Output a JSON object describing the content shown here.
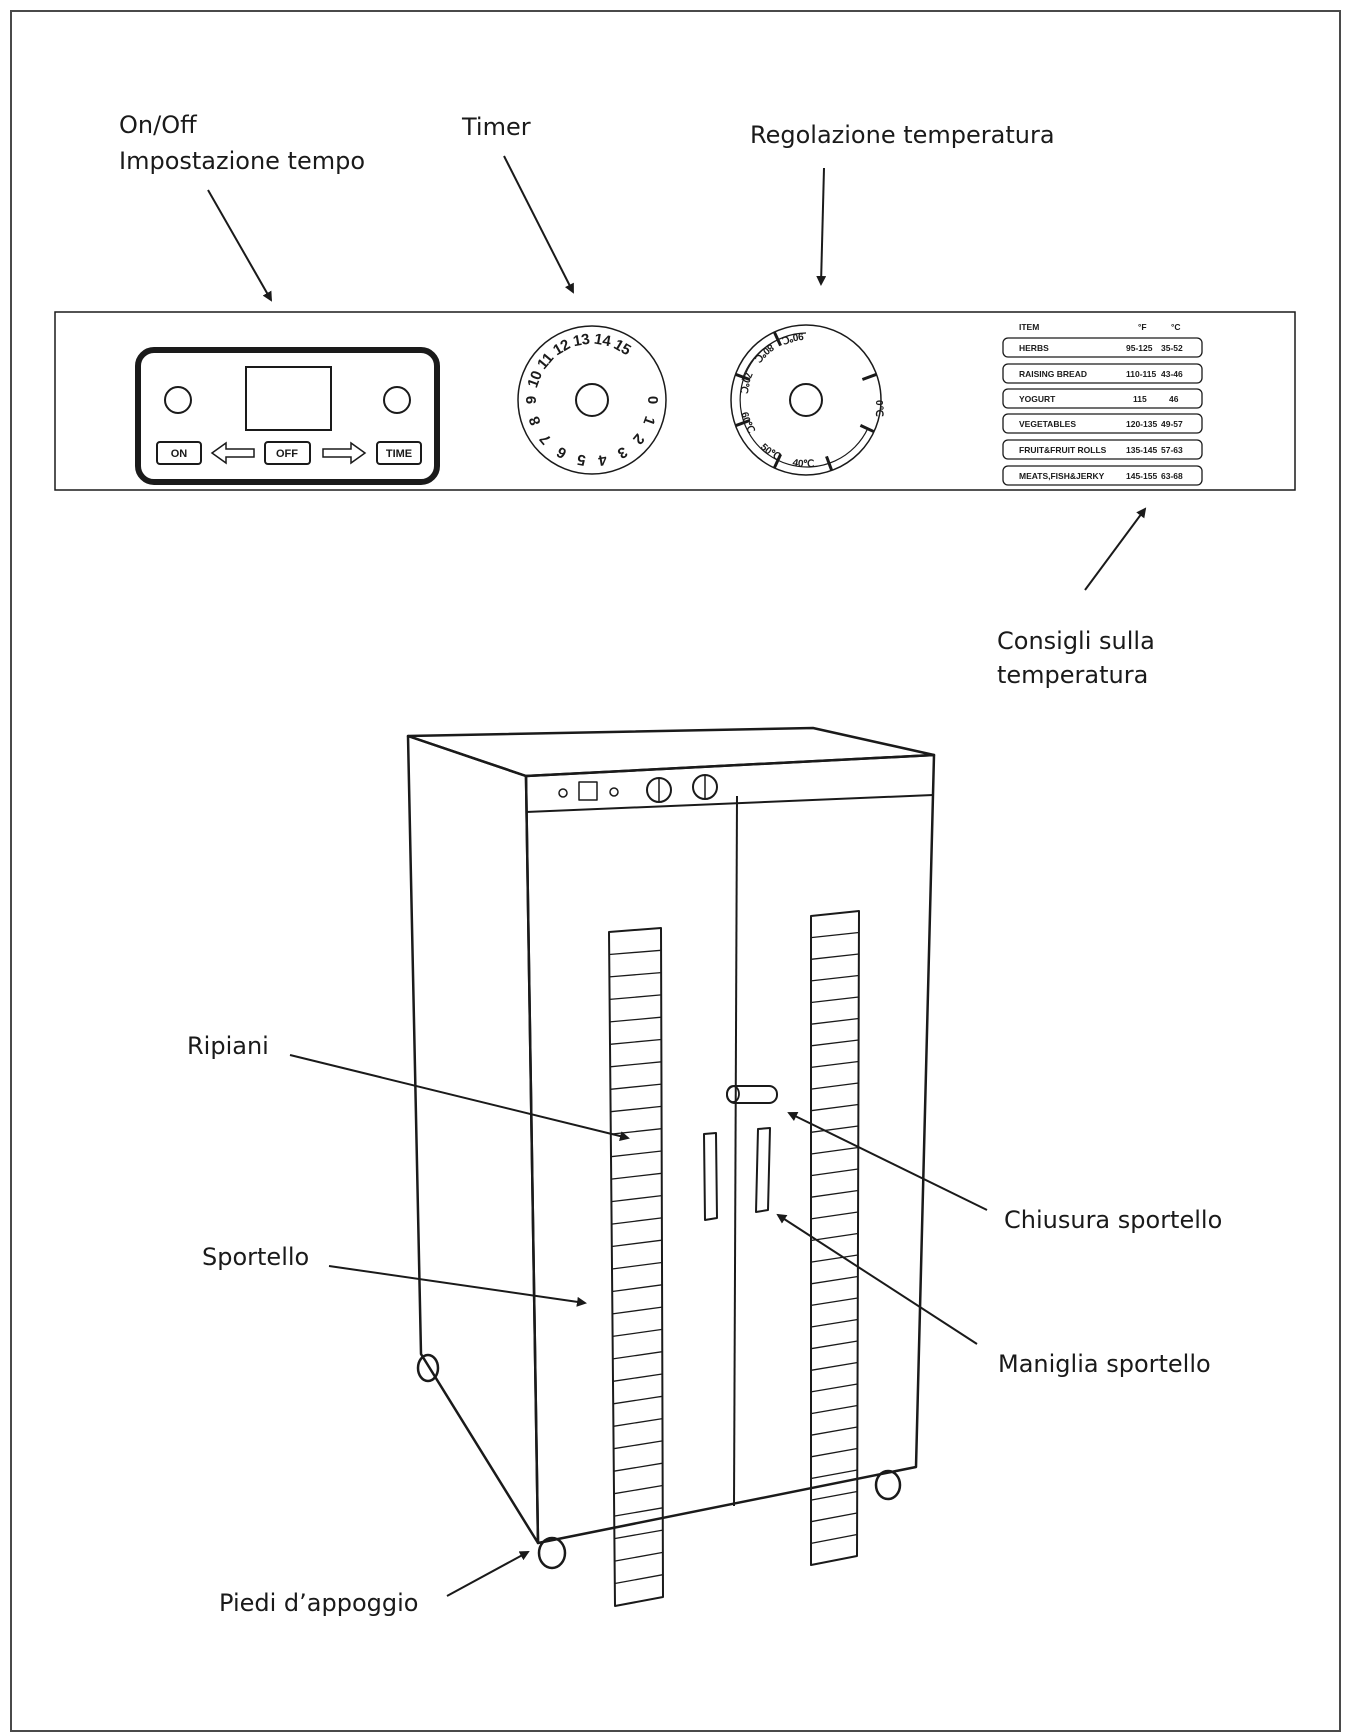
{
  "labels": {
    "onoff_line1": "On/Off",
    "onoff_line2": "Impostazione tempo",
    "timer": "Timer",
    "temp_adjust": "Regolazione temperatura",
    "temp_tips_line1": "Consigli sulla",
    "temp_tips_line2": "temperatura",
    "shelves": "Ripiani",
    "door": "Sportello",
    "door_lock": "Chiusura sportello",
    "door_handle": "Maniglia sportello",
    "feet": "Piedi d’appoggio"
  },
  "control_panel": {
    "buttons": {
      "on": "ON",
      "off": "OFF",
      "time": "TIME"
    },
    "timer_dial": [
      "0",
      "1",
      "2",
      "3",
      "4",
      "5",
      "6",
      "7",
      "8",
      "9",
      "10",
      "11",
      "12",
      "13",
      "14",
      "15"
    ],
    "temp_dial": [
      "90℃",
      "80℃",
      "70℃",
      "60℃",
      "50℃",
      "40℃",
      "0℃"
    ],
    "temp_table": {
      "headers": [
        "ITEM",
        "°F",
        "°C"
      ],
      "rows": [
        [
          "HERBS",
          "95-125",
          "35-52"
        ],
        [
          "RAISING BREAD",
          "110-115",
          "43-46"
        ],
        [
          "YOGURT",
          "115",
          "46"
        ],
        [
          "VEGETABLES",
          "120-135",
          "49-57"
        ],
        [
          "FRUIT&FRUIT ROLLS",
          "135-145",
          "57-63"
        ],
        [
          "MEATS,FISH&JERKY",
          "145-155",
          "63-68"
        ]
      ]
    }
  },
  "colors": {
    "line": "#1a1a1a",
    "frame": "#4a4a4a",
    "background": "#ffffff"
  }
}
